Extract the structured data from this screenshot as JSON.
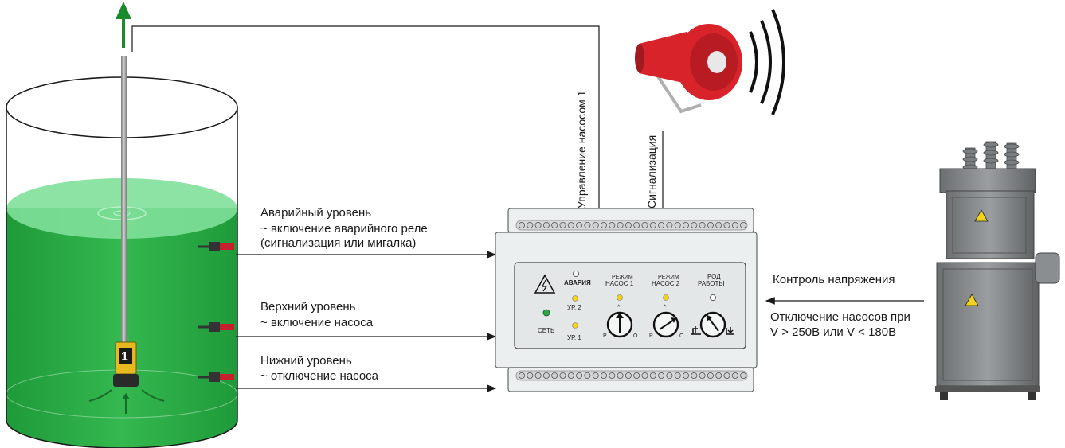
{
  "labels": {
    "emergency_title": "Аварийный уровень",
    "emergency_desc_1": "~ включение аварийного реле",
    "emergency_desc_2": "(сигнализация или мигалка)",
    "upper_title": "Верхний уровень",
    "upper_desc": "~ включение насоса",
    "lower_title": "Нижний уровень",
    "lower_desc": "~ отключение насоса",
    "pump_control": "Управление насосом 1",
    "signaling": "Сигнализация",
    "voltage_control": "Контроль напряжения",
    "voltage_desc_1": "Отключение насосов при",
    "voltage_desc_2": "V > 250В или V < 180В"
  },
  "probe_number": "1",
  "panel": {
    "alarm": "АВАРИЯ",
    "network": "СЕТЬ",
    "level2": "УР. 2",
    "level1": "УР. 1",
    "mode": "РЕЖИМ",
    "pump1": "НАСОС 1",
    "pump2": "НАСОС 2",
    "work_kind_1": "РОД",
    "work_kind_2": "РАБОТЫ",
    "dial_p": "Р",
    "dial_o": "О",
    "caret": "^"
  },
  "colors": {
    "water": "#2fb24a",
    "water_surface": "#7fe09a",
    "arrow_green": "#1a8a2a",
    "siren_red": "#d8232a",
    "cable_red": "#c8202a",
    "led_yellow": "#f2d21b",
    "led_green": "#2aa84a",
    "panel_bg": "#eceff0"
  }
}
